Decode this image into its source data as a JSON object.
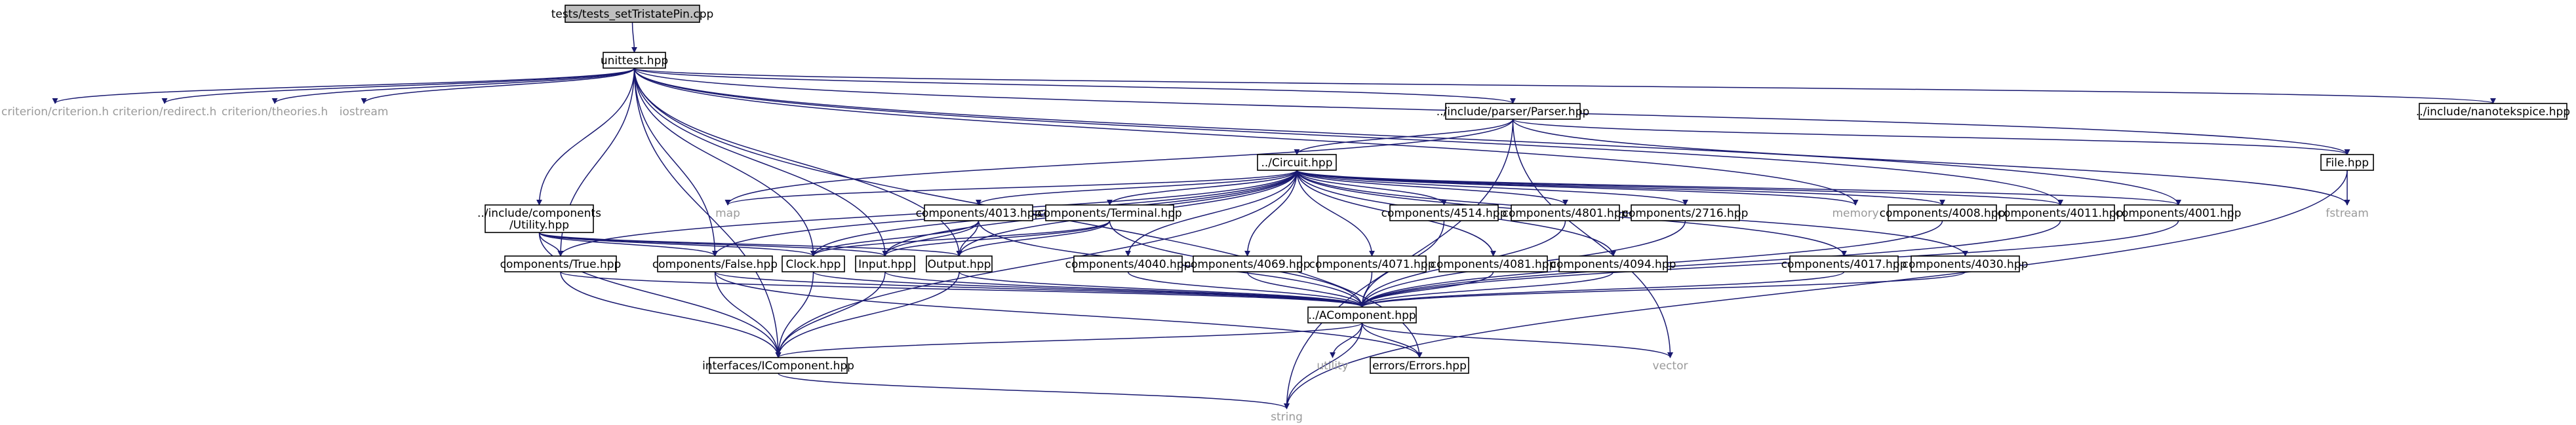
{
  "nodes": {
    "root": "tests/tests_setTristatePin.cpp",
    "unittest": "unittest.hpp",
    "criterion": "criterion/criterion.h",
    "redirect": "criterion/redirect.h",
    "theories": "criterion/theories.h",
    "iostream": "iostream",
    "utility_hpp": "../include/components\n/Utility.hpp",
    "parser": "../include/parser/Parser.hpp",
    "nanotekspice": "../include/nanotekspice.hpp",
    "circuit": "../Circuit.hpp",
    "file": "File.hpp",
    "fstream": "fstream",
    "map": "map",
    "memory": "memory",
    "c4013": "components/4013.hpp",
    "terminal": "components/Terminal.hpp",
    "c4514": "components/4514.hpp",
    "c4801": "components/4801.hpp",
    "c2716": "components/2716.hpp",
    "c4008": "components/4008.hpp",
    "c4011": "components/4011.hpp",
    "c4001": "components/4001.hpp",
    "true": "components/True.hpp",
    "false": "components/False.hpp",
    "clock": "Clock.hpp",
    "input": "Input.hpp",
    "output": "Output.hpp",
    "c4040": "components/4040.hpp",
    "c4069": "components/4069.hpp",
    "c4071": "components/4071.hpp",
    "c4081": "components/4081.hpp",
    "c4094": "components/4094.hpp",
    "c4017": "components/4017.hpp",
    "c4030": "components/4030.hpp",
    "acomponent": "../AComponent.hpp",
    "utility": "utility",
    "errors": "errors/Errors.hpp",
    "vector": "vector",
    "icomponent": "interfaces/IComponent.hpp",
    "string": "string"
  }
}
